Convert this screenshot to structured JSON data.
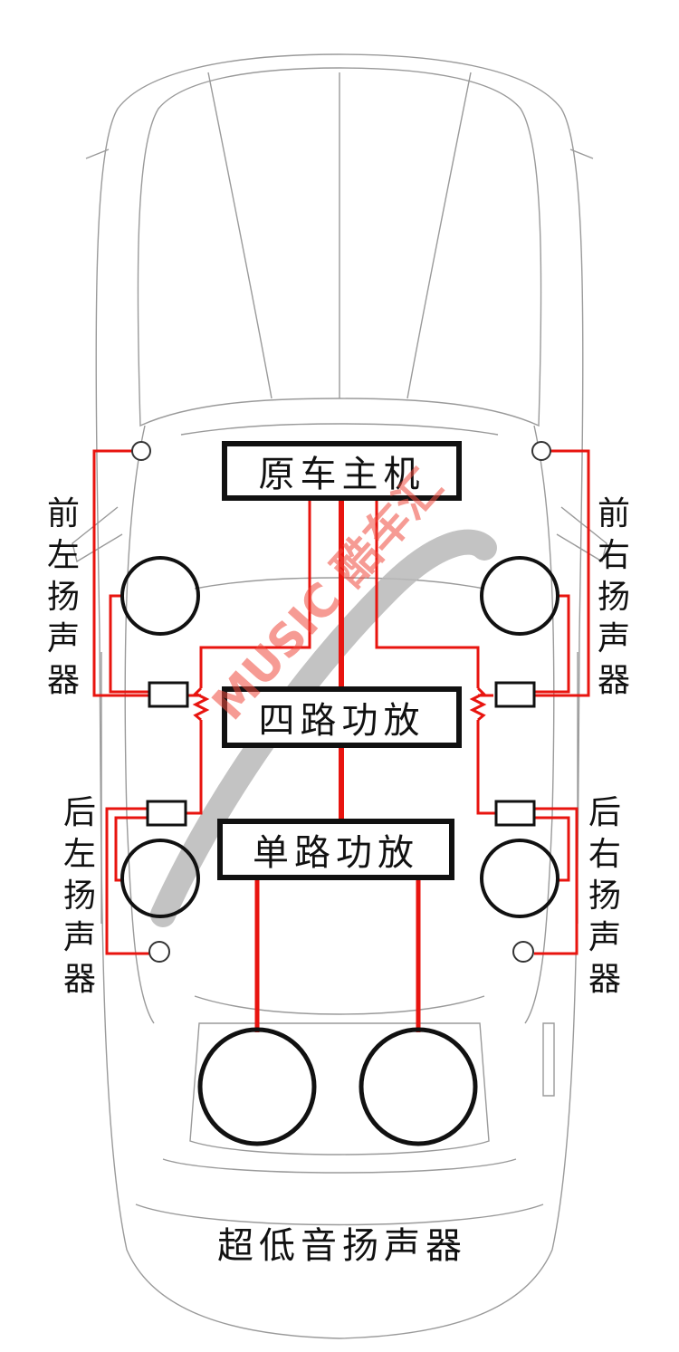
{
  "diagram": {
    "head_unit": "原车主机",
    "amp_4ch": "四路功放",
    "amp_1ch": "单路功放",
    "front_left": "前左扬声器",
    "front_right": "前右扬声器",
    "rear_left": "后左扬声器",
    "rear_right": "后右扬声器",
    "subwoofer": "超低音扬声器",
    "watermark_text": "MUSIC 酷车汇"
  },
  "colors": {
    "wire": "#e8140f",
    "outline": "#111111",
    "car_line": "#9a9a9a",
    "watermark_gray": "#b8b8b8",
    "watermark_red": "#f04a3e"
  }
}
